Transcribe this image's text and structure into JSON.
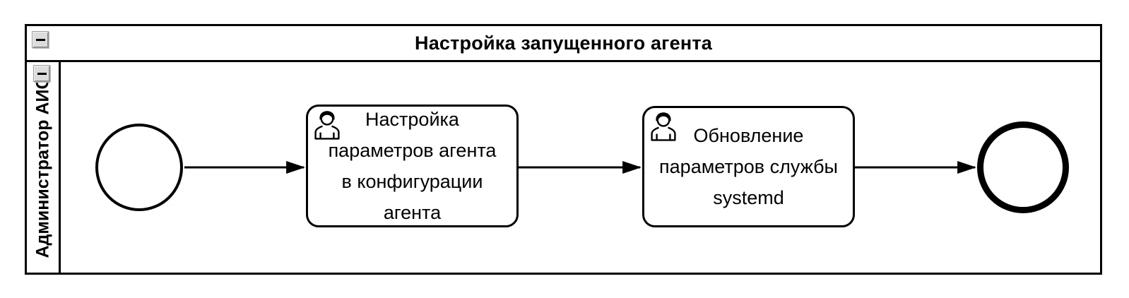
{
  "pool": {
    "title": "Настройка запущенного агента",
    "collapse_icon": "minus",
    "lane": {
      "label": "Администратор АИС",
      "collapse_icon": "minus"
    }
  },
  "process": {
    "start_event": {
      "type": "bpmn-start-event",
      "label": ""
    },
    "tasks": [
      {
        "type": "user-task",
        "icon": "user-icon",
        "label": "Настройка параметров агента в конфигурации агента",
        "lines": [
          "Настройка",
          "параметров агента",
          "в конфигурации",
          "агента"
        ]
      },
      {
        "type": "user-task",
        "icon": "user-icon",
        "label": "Обновление параметров службы systemd",
        "lines": [
          "Обновление",
          "параметров службы",
          "systemd"
        ]
      }
    ],
    "end_event": {
      "type": "bpmn-end-event",
      "label": ""
    },
    "flows": [
      {
        "from": "start-event",
        "to": "task-1"
      },
      {
        "from": "task-1",
        "to": "task-2"
      },
      {
        "from": "task-2",
        "to": "end-event"
      }
    ]
  },
  "colors": {
    "stroke": "#000000",
    "fill": "#ffffff",
    "button_face": "#dcdcdc"
  }
}
